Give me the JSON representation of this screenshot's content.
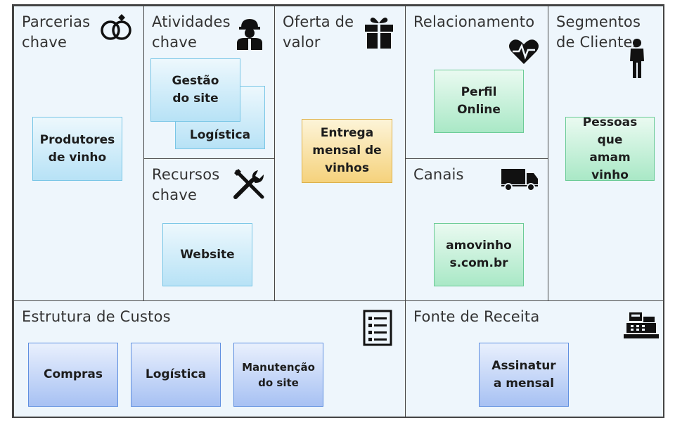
{
  "sections": {
    "parcerias": {
      "title": "Parcerias chave",
      "notes": [
        "Produtores de vinho"
      ],
      "icon": "rings-icon"
    },
    "atividades": {
      "title": "Atividades chave",
      "notes": [
        "Gestão do site",
        "Logística"
      ],
      "icon": "worker-icon"
    },
    "recursos": {
      "title": "Recursos chave",
      "notes": [
        "Website"
      ],
      "icon": "tools-icon"
    },
    "oferta": {
      "title": "Oferta de valor",
      "notes": [
        "Entrega mensal de vinhos"
      ],
      "icon": "gift-icon"
    },
    "relacionamento": {
      "title": "Relacionamento",
      "notes": [
        "Perfil Online"
      ],
      "icon": "heartbeat-icon"
    },
    "canais": {
      "title": "Canais",
      "notes": [
        "amovinhos.com.br"
      ],
      "icon": "truck-icon"
    },
    "segmentos": {
      "title": "Segmentos de Clientes",
      "notes": [
        "Pessoas que amam vinho"
      ],
      "icon": "person-icon"
    },
    "custos": {
      "title": "Estrutura de Custos",
      "notes": [
        "Compras",
        "Logística",
        "Manutenção do site"
      ],
      "icon": "list-icon"
    },
    "receita": {
      "title": "Fonte de Receita",
      "notes": [
        "Assinatura mensal"
      ],
      "icon": "cash-register-icon"
    }
  },
  "colors": {
    "blue_note": "#b7e2f6",
    "green_note": "#a9e8c6",
    "gold_note": "#f5d27c",
    "navy_note": "#a7c1f3",
    "board": "#eef6fc"
  }
}
